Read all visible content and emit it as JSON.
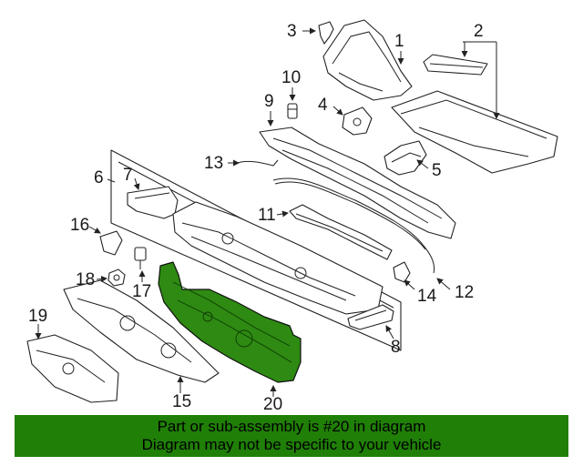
{
  "callouts": [
    "1",
    "2",
    "3",
    "4",
    "5",
    "6",
    "7",
    "8",
    "9",
    "10",
    "11",
    "12",
    "13",
    "14",
    "15",
    "16",
    "17",
    "18",
    "19",
    "20"
  ],
  "highlight_color": "#2e8a12",
  "banner": {
    "background": "#207f07",
    "line1": "Part or sub-assembly is #20 in diagram",
    "line2": "Diagram may not be specific to your vehicle"
  }
}
